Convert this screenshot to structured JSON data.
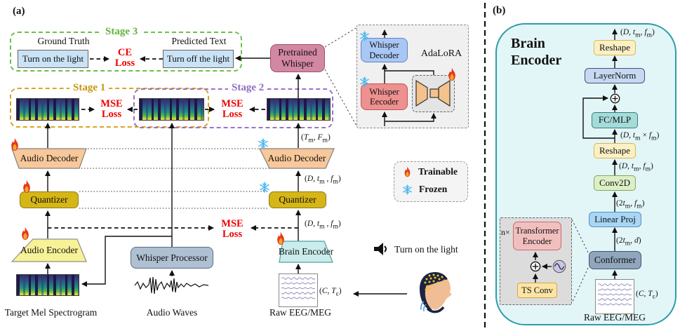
{
  "panel_a": {
    "label": "(a)",
    "stage3": {
      "title": "Stage 3",
      "ground_truth_label": "Ground Truth",
      "ground_truth_text": "Turn on the light",
      "predicted_label": "Predicted Text",
      "predicted_text": "Turn off the light",
      "loss": "CE Loss"
    },
    "stage1": {
      "title": "Stage 1",
      "loss": "MSE Loss"
    },
    "stage2": {
      "title": "Stage 2",
      "loss": "MSE Loss"
    },
    "latent_loss": "MSE Loss",
    "blocks": {
      "audio_decoder_left": "Audio Decoder",
      "quantizer_left": "Quantizer",
      "audio_encoder": "Audio Encoder",
      "whisper_processor": "Whisper Processor",
      "audio_decoder_right": "Audio Decoder",
      "quantizer_right": "Quantizer",
      "brain_encoder": "Brain Encoder",
      "pretrained_whisper": "Pretrained Whisper"
    },
    "captions": {
      "target_mel": "Target Mel Spectrogram",
      "audio_waves": "Audio Waves",
      "raw_eeg": "Raw EEG/MEG"
    },
    "dims": {
      "tm_fm": "(<i>T</i><sub>m</sub>, <i>F</i><sub>m</sub>)",
      "d_tm_fm": "(<i>D</i>, <i>t</i><sub>m</sub> , <i>f</i><sub>m</sub>)",
      "c_te": "(<i>C</i>, <i>T</i><sub>ε</sub>)"
    },
    "adalora_inset": {
      "whisper_decoder": "Whisper Decoder",
      "whisper_encoder": "Whisper Eecoder",
      "adalora": "AdaLoRA"
    },
    "legend": {
      "trainable": "Trainable",
      "frozen": "Frozen"
    },
    "speech_text": "Turn on the light"
  },
  "panel_b": {
    "label": "(b)",
    "title": "Brain Encoder",
    "blocks": {
      "reshape_top": "Reshape",
      "layernorm": "LayerNorm",
      "fc_mlp": "FC/MLP",
      "reshape_mid": "Reshape",
      "conv2d": "Conv2D",
      "linear_proj": "Linear Proj",
      "conformer": "Conformer"
    },
    "inset": {
      "n_times": "n×",
      "transformer_encoder": "Transformer Encoder",
      "ts_conv": "TS Conv"
    },
    "dims": {
      "d_tm_fm": "(<i>D</i>, <i>t</i><sub>m</sub>,  <i>f</i><sub>m</sub>)",
      "d_tm_x_fm": "(<i>D</i>, <i>t</i><sub>m</sub> × <i>f</i><sub>m</sub>)",
      "two_tm_fm": "(2<i>t</i><sub>m</sub>, <i>f</i><sub>m</sub>)",
      "two_tm_d": "(2<i>t</i><sub>m</sub>, <i>d</i>)",
      "c_te": "(<i>C</i>, <i>T</i><sub>ε</sub>)"
    },
    "caption_raw": "Raw EEG/MEG"
  },
  "colors": {
    "stage1": "#C8960C",
    "stage2": "#8D6FC2",
    "stage3": "#64B13C",
    "loss_red": "#EE0000",
    "trainable_flame": "#E3391B",
    "frozen_blue": "#47B6F2",
    "panel_b_border": "#2E9DA8",
    "pretrained_whisper": "#D287A2",
    "quantizer_gold": "#D6B616"
  }
}
